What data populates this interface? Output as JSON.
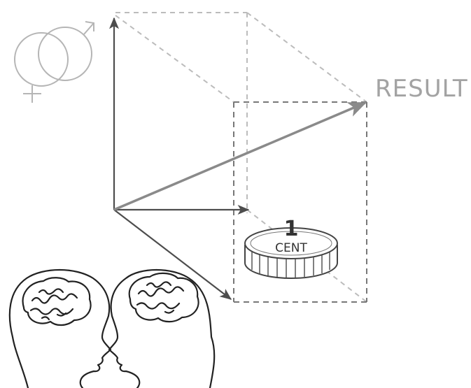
{
  "result_label": "RESULT",
  "coin": {
    "value": "1",
    "unit": "CENT"
  },
  "icons": [
    "gender-symbols-icon",
    "coin-icon",
    "heads-facing-icon"
  ],
  "colors": {
    "axis": "#4d4d4d",
    "dashed": "#777777",
    "faded": "#bdbdbd",
    "result_arrow": "#8a8a8a",
    "text": "#a3a3a3"
  }
}
